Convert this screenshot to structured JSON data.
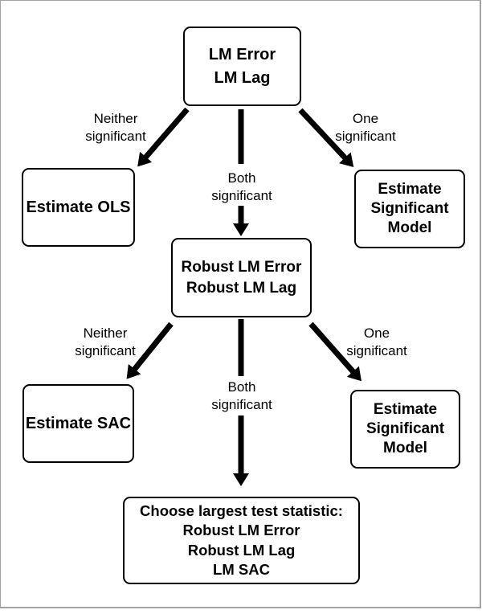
{
  "diagram": {
    "background": "#ffffff",
    "frame_color": "#a3a3a3",
    "box_border_color": "#000000",
    "arrow_color": "#000000",
    "text_color": "#000000",
    "nodes": {
      "lm_tests": {
        "lines": [
          "LM Error",
          "LM Lag"
        ]
      },
      "estimate_ols": {
        "lines": [
          "Estimate OLS"
        ]
      },
      "estimate_significant_model_top": {
        "lines": [
          "Estimate",
          "Significant",
          "Model"
        ]
      },
      "robust_lm_tests": {
        "lines": [
          "Robust LM Error",
          "Robust LM Lag"
        ]
      },
      "estimate_sac": {
        "lines": [
          "Estimate SAC"
        ]
      },
      "estimate_significant_model_bottom": {
        "lines": [
          "Estimate",
          "Significant",
          "Model"
        ]
      },
      "choose_largest": {
        "lines": [
          "Choose largest test statistic:",
          "Robust LM Error",
          "Robust LM Lag",
          "LM SAC"
        ]
      }
    },
    "edge_labels": {
      "neither_significant_top": {
        "lines": [
          "Neither",
          "significant"
        ]
      },
      "one_significant_top": {
        "lines": [
          "One",
          "significant"
        ]
      },
      "both_significant_top": {
        "lines": [
          "Both",
          "significant"
        ]
      },
      "neither_significant_bottom": {
        "lines": [
          "Neither",
          "significant"
        ]
      },
      "one_significant_bottom": {
        "lines": [
          "One",
          "significant"
        ]
      },
      "both_significant_bottom": {
        "lines": [
          "Both",
          "significant"
        ]
      }
    }
  }
}
